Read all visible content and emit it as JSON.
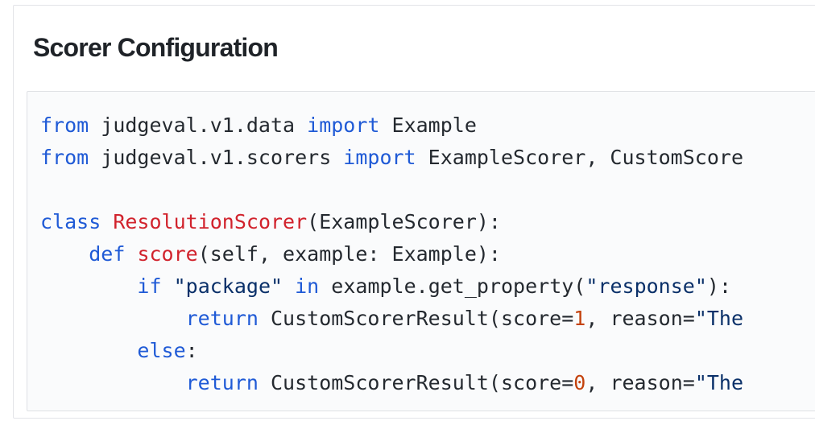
{
  "panel": {
    "title": "Scorer Configuration"
  },
  "code": {
    "lines": [
      [
        {
          "t": "from",
          "c": "kw"
        },
        {
          "t": " judgeval.v1.data "
        },
        {
          "t": "import",
          "c": "kw"
        },
        {
          "t": " Example"
        }
      ],
      [
        {
          "t": "from",
          "c": "kw"
        },
        {
          "t": " judgeval.v1.scorers "
        },
        {
          "t": "import",
          "c": "kw"
        },
        {
          "t": " ExampleScorer, CustomScore"
        }
      ],
      [],
      [
        {
          "t": "class",
          "c": "kw"
        },
        {
          "t": " "
        },
        {
          "t": "ResolutionScorer",
          "c": "fn"
        },
        {
          "t": "(ExampleScorer):"
        }
      ],
      [
        {
          "t": "    "
        },
        {
          "t": "def",
          "c": "kw"
        },
        {
          "t": " "
        },
        {
          "t": "score",
          "c": "fn"
        },
        {
          "t": "(self, example: Example):"
        }
      ],
      [
        {
          "t": "        "
        },
        {
          "t": "if",
          "c": "kw"
        },
        {
          "t": " "
        },
        {
          "t": "\"package\"",
          "c": "str"
        },
        {
          "t": " "
        },
        {
          "t": "in",
          "c": "kw"
        },
        {
          "t": " example.get_property("
        },
        {
          "t": "\"response\"",
          "c": "str"
        },
        {
          "t": "):"
        }
      ],
      [
        {
          "t": "            "
        },
        {
          "t": "return",
          "c": "kw"
        },
        {
          "t": " CustomScorerResult(score="
        },
        {
          "t": "1",
          "c": "num"
        },
        {
          "t": ", reason="
        },
        {
          "t": "\"The",
          "c": "str"
        }
      ],
      [
        {
          "t": "        "
        },
        {
          "t": "else",
          "c": "kw"
        },
        {
          "t": ":"
        }
      ],
      [
        {
          "t": "            "
        },
        {
          "t": "return",
          "c": "kw"
        },
        {
          "t": " CustomScorerResult(score="
        },
        {
          "t": "0",
          "c": "num"
        },
        {
          "t": ", reason="
        },
        {
          "t": "\"The",
          "c": "str"
        }
      ]
    ]
  }
}
